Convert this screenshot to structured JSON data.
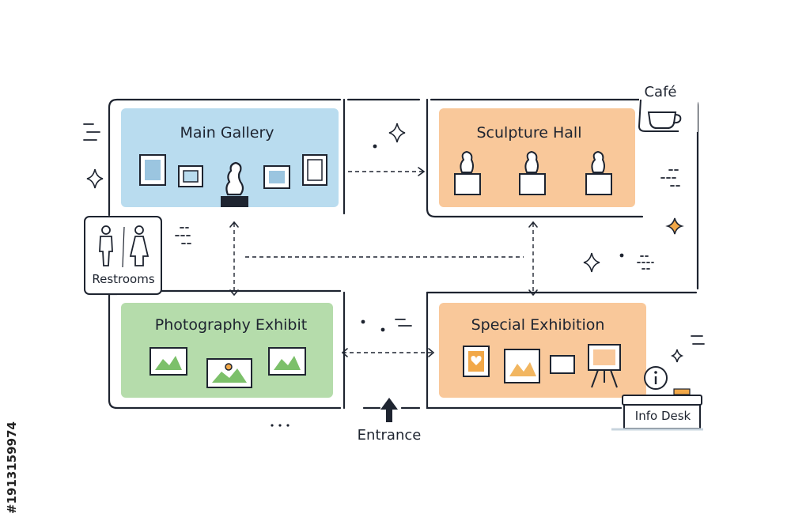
{
  "rooms": {
    "main_gallery": "Main Gallery",
    "sculpture_hall": "Sculpture Hall",
    "photography_exhibit": "Photography Exhibit",
    "special_exhibition": "Special Exhibition"
  },
  "facilities": {
    "cafe": "Café",
    "restrooms": "Restrooms",
    "info_desk": "Info Desk",
    "entrance": "Entrance"
  },
  "stock_id": "#1913159974",
  "colors": {
    "main_gallery_fill": "#b9dcef",
    "sculpture_fill": "#f9c89a",
    "photo_fill": "#b5dcab",
    "special_fill": "#f9c89a",
    "line": "#1e2430",
    "accent_orange": "#f2a848",
    "accent_green": "#7cc06a"
  },
  "icons": [
    "coffee-cup-icon",
    "restroom-icon",
    "info-icon",
    "up-arrow-icon",
    "sparkle-icon",
    "sculpture-icon",
    "picture-frame-icon",
    "easel-icon"
  ]
}
